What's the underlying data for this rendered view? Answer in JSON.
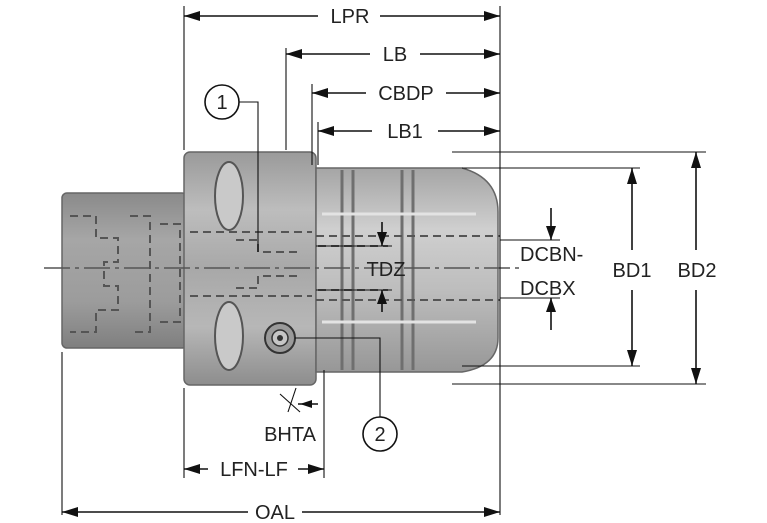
{
  "diagram": {
    "dimensions": {
      "lpr": "LPR",
      "lb": "LB",
      "cbdp": "CBDP",
      "lb1": "LB1",
      "tdz": "TDZ",
      "dcbn": "DCBN-",
      "dcbx": "DCBX",
      "bd1": "BD1",
      "bd2": "BD2",
      "bhta": "BHTA",
      "lfn_lf": "LFN-LF",
      "oal": "OAL"
    },
    "callouts": {
      "one": "1",
      "two": "2"
    },
    "colors": {
      "body_dark": "#8f8f8f",
      "body_mid": "#a9a9a9",
      "body_light": "#c4c4c4",
      "line": "#111111"
    }
  }
}
